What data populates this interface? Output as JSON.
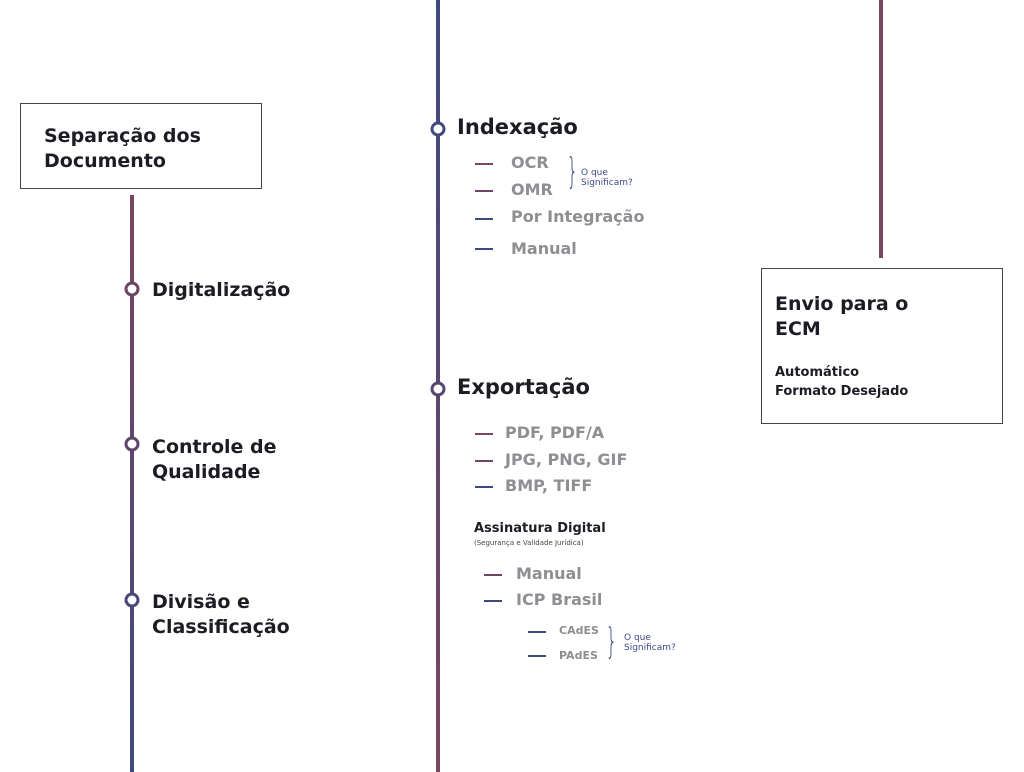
{
  "colors": {
    "maroon": "#7a4560",
    "blue": "#3e4a7e",
    "text": "#1c1c24",
    "muted": "#8e8e93"
  },
  "left": {
    "box_title": "Separação dos Documento",
    "steps": [
      "Digitalização",
      "Controle de Qualidade",
      "Divisão e Classificação"
    ]
  },
  "middle": {
    "indexacao": {
      "title": "Indexação",
      "items": [
        "OCR",
        "OMR",
        "Por Integração",
        "Manual"
      ],
      "note": "O que Significam?"
    },
    "exportacao": {
      "title": "Exportação",
      "items": [
        "PDF, PDF/A",
        "JPG, PNG, GIF",
        "BMP, TIFF"
      ]
    },
    "assinatura": {
      "title": "Assinatura Digital",
      "subtitle": "(Segurança e Validade Jurídica)",
      "items": [
        "Manual",
        "ICP Brasil"
      ],
      "subitems": [
        "CAdES",
        "PAdES"
      ],
      "note": "O que Significam?"
    }
  },
  "right": {
    "box_title": "Envio para o ECM",
    "lines": [
      "Automático",
      "Formato Desejado"
    ]
  }
}
